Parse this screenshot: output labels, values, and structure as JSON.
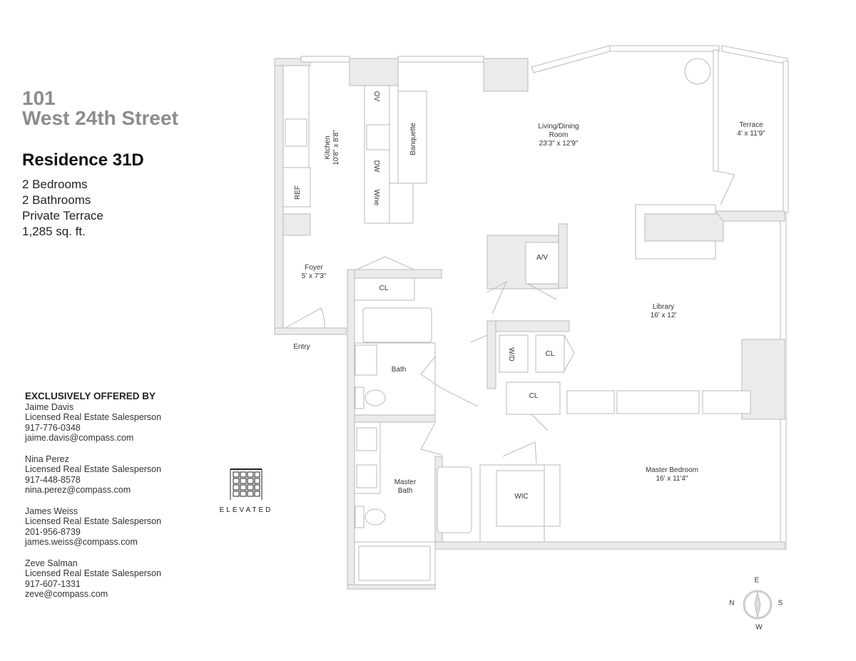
{
  "header": {
    "address_line1": "101",
    "address_line2": "West 24th Street",
    "residence": "Residence 31D",
    "facts": [
      "2 Bedrooms",
      "2 Bathrooms",
      "Private Terrace",
      "1,285 sq. ft."
    ]
  },
  "agents": {
    "heading": "EXCLUSIVELY OFFERED BY",
    "list": [
      {
        "name": "Jaime Davis",
        "title": "Licensed Real Estate Salesperson",
        "phone": "917-776-0348",
        "email": "jaime.davis@compass.com"
      },
      {
        "name": "Nina Perez",
        "title": "Licensed Real Estate Salesperson",
        "phone": "917-448-8578",
        "email": "nina.perez@compass.com"
      },
      {
        "name": "James Weiss",
        "title": "Licensed Real Estate Salesperson",
        "phone": "201-956-8739",
        "email": "james.weiss@compass.com"
      },
      {
        "name": "Zeve Salman",
        "title": "Licensed Real Estate Salesperson",
        "phone": "917-607-1331",
        "email": "zeve@compass.com"
      }
    ]
  },
  "logo": {
    "text": "ELEVATED"
  },
  "rooms": {
    "kitchen": {
      "name": "Kitchen",
      "dims": "10'8\" x 8'8\""
    },
    "living": {
      "name": "Living/Dining",
      "name2": "Room",
      "dims": "23'3\" x 12'9\""
    },
    "terrace": {
      "name": "Terrace",
      "dims": "4' x 11'9\""
    },
    "foyer": {
      "name": "Foyer",
      "dims": "5' x 7'3\""
    },
    "library": {
      "name": "Library",
      "dims": "16' x 12'"
    },
    "master_bedroom": {
      "name": "Master Bedroom",
      "dims": "16' x 11'4\""
    },
    "bath": "Bath",
    "master_bath": {
      "name": "Master",
      "name2": "Bath"
    },
    "wic": "WIC",
    "cl1": "CL",
    "cl2": "CL",
    "cl3": "CL",
    "av": "A/V",
    "wd": "W/D",
    "ov": "OV",
    "dw": "DW",
    "wine": "Wine",
    "banquette": "Banquette",
    "ref": "REF",
    "entry": "Entry"
  },
  "compass": {
    "n": "N",
    "s": "S",
    "e": "E",
    "w": "W"
  },
  "colors": {
    "wall": "#ebebeb",
    "line": "#b9b9b9",
    "address": "#8c8c8c"
  }
}
